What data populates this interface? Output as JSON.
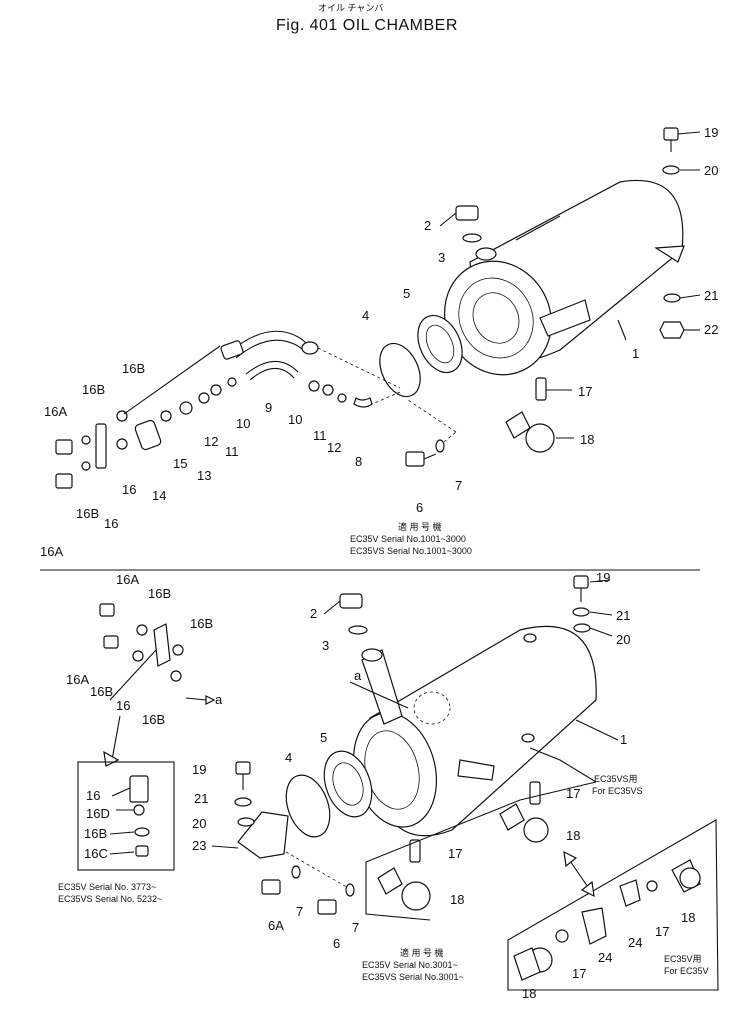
{
  "header": {
    "title_jp": "オイル チャンバ",
    "title": "Fig. 401  OIL CHAMBER"
  },
  "upper": {
    "applicable_title": "適 用 号 機",
    "serial_lines": [
      "EC35V   Serial  No.1001~3000",
      "EC35VS  Serial  No.1001~3000"
    ]
  },
  "inset": {
    "serial_lines": [
      "EC35V   Serial  No. 3773~",
      "EC35VS  Serial  No. 5232~"
    ]
  },
  "lower": {
    "applicable_title": "適 用 号 機",
    "serial_lines": [
      "EC35V   Serial  No.3001~",
      "EC35VS  Serial  No.3001~"
    ],
    "for_vs_jp": "EC35VS用",
    "for_vs": "For EC35VS",
    "for_v_jp": "EC35V用",
    "for_v": "For EC35V",
    "ref_a": "a"
  },
  "labels": {
    "u1": "1",
    "u2": "2",
    "u3": "3",
    "u4": "4",
    "u5": "5",
    "u6": "6",
    "u7": "7",
    "u8": "8",
    "u9": "9",
    "u10a": "10",
    "u10b": "10",
    "u11a": "11",
    "u11b": "11",
    "u12a": "12",
    "u12b": "12",
    "u13": "13",
    "u14": "14",
    "u15": "15",
    "u16": "16",
    "u16x": "16",
    "u16a1": "16A",
    "u16a2": "16A",
    "u16b1": "16B",
    "u16b2": "16B",
    "u16b3": "16B",
    "u17": "17",
    "u18": "18",
    "u19": "19",
    "u20": "20",
    "u21": "21",
    "u22": "22",
    "l1": "1",
    "l2": "2",
    "l3": "3",
    "l4": "4",
    "l5": "5",
    "l6": "6",
    "l6a": "6A",
    "l7a": "7",
    "l7b": "7",
    "l16": "16",
    "l16a1": "16A",
    "l16a2": "16A",
    "l16b1": "16B",
    "l16b2": "16B",
    "l16b3": "16B",
    "l16b4": "16B",
    "l17a": "17",
    "l17b": "17",
    "l17c": "17",
    "l17d": "17",
    "l18a": "18",
    "l18b": "18",
    "l18c": "18",
    "l18d": "18",
    "l19": "19",
    "l19b": "19",
    "l20": "20",
    "l20b": "20",
    "l21": "21",
    "l21b": "21",
    "l23": "23",
    "l24a": "24",
    "l24b": "24",
    "i16": "16",
    "i16d": "16D",
    "i16b": "16B",
    "i16c": "16C",
    "a_left": "a"
  }
}
